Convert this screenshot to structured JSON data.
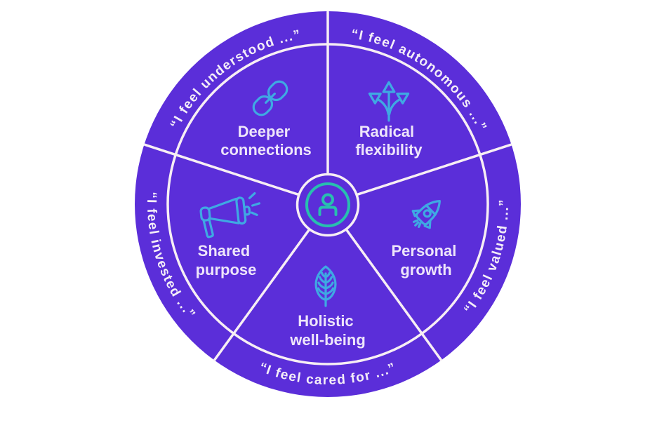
{
  "diagram": {
    "type": "wheel",
    "background": "#FFFFFF",
    "center": {
      "icon": "person-icon"
    },
    "segments": [
      {
        "id": "deeper-connections",
        "icon": "link-icon",
        "label_line1": "Deeper",
        "label_line2": "connections",
        "quote": "“I feel understood ...”"
      },
      {
        "id": "radical-flexibility",
        "icon": "branching-arrows-icon",
        "label_line1": "Radical",
        "label_line2": "flexibility",
        "quote": "“I feel autonomous ...”"
      },
      {
        "id": "personal-growth",
        "icon": "rocket-icon",
        "label_line1": "Personal",
        "label_line2": "growth",
        "quote": "“I feel valued ...”"
      },
      {
        "id": "holistic-well-being",
        "icon": "leaf-icon",
        "label_line1": "Holistic",
        "label_line2": "well-being",
        "quote": "“I feel cared for ...”"
      },
      {
        "id": "shared-purpose",
        "icon": "megaphone-icon",
        "label_line1": "Shared",
        "label_line2": "purpose",
        "quote": "“I feel invested ...”"
      }
    ],
    "colors": {
      "wheel_purple": "#5B2ED9",
      "icon_blue": "#3FA9E3",
      "center_teal": "#28BFAF",
      "divider_line": "#F7EEF4",
      "label_text": "#EEE5FA",
      "quote_text": "#F4EDF8"
    }
  }
}
